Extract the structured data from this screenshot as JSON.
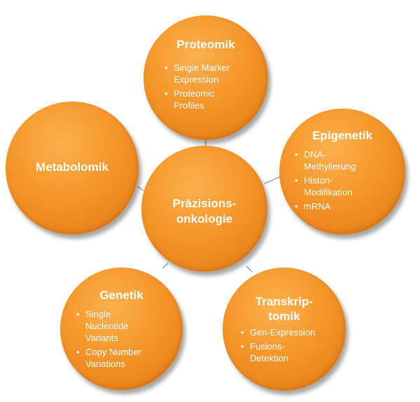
{
  "diagram": {
    "center": {
      "title": "Präzisions-\nonkologie"
    },
    "nodes": {
      "proteomik": {
        "title": "Proteomik",
        "items": [
          "Single Marker\nExpression",
          "Proteomic\nProfiles"
        ]
      },
      "epigenetik": {
        "title": "Epigenetik",
        "items": [
          "DNA-\nMethylierung",
          "Histon-\nModifikation",
          "mRNA"
        ]
      },
      "metabolomik": {
        "title": "Metabolomik",
        "items": []
      },
      "genetik": {
        "title": "Genetik",
        "items": [
          "Single\nNucleotide\nVariants",
          "Copy Number\nVariations"
        ]
      },
      "transkriptomik": {
        "title": "Transkrip-\ntomik",
        "items": [
          "Gen-Expression",
          "Fusions-\nDetektion"
        ]
      }
    },
    "colors": {
      "node_fill": "#f5962a",
      "connector": "#8ea3c2",
      "text": "#ffffff"
    }
  }
}
